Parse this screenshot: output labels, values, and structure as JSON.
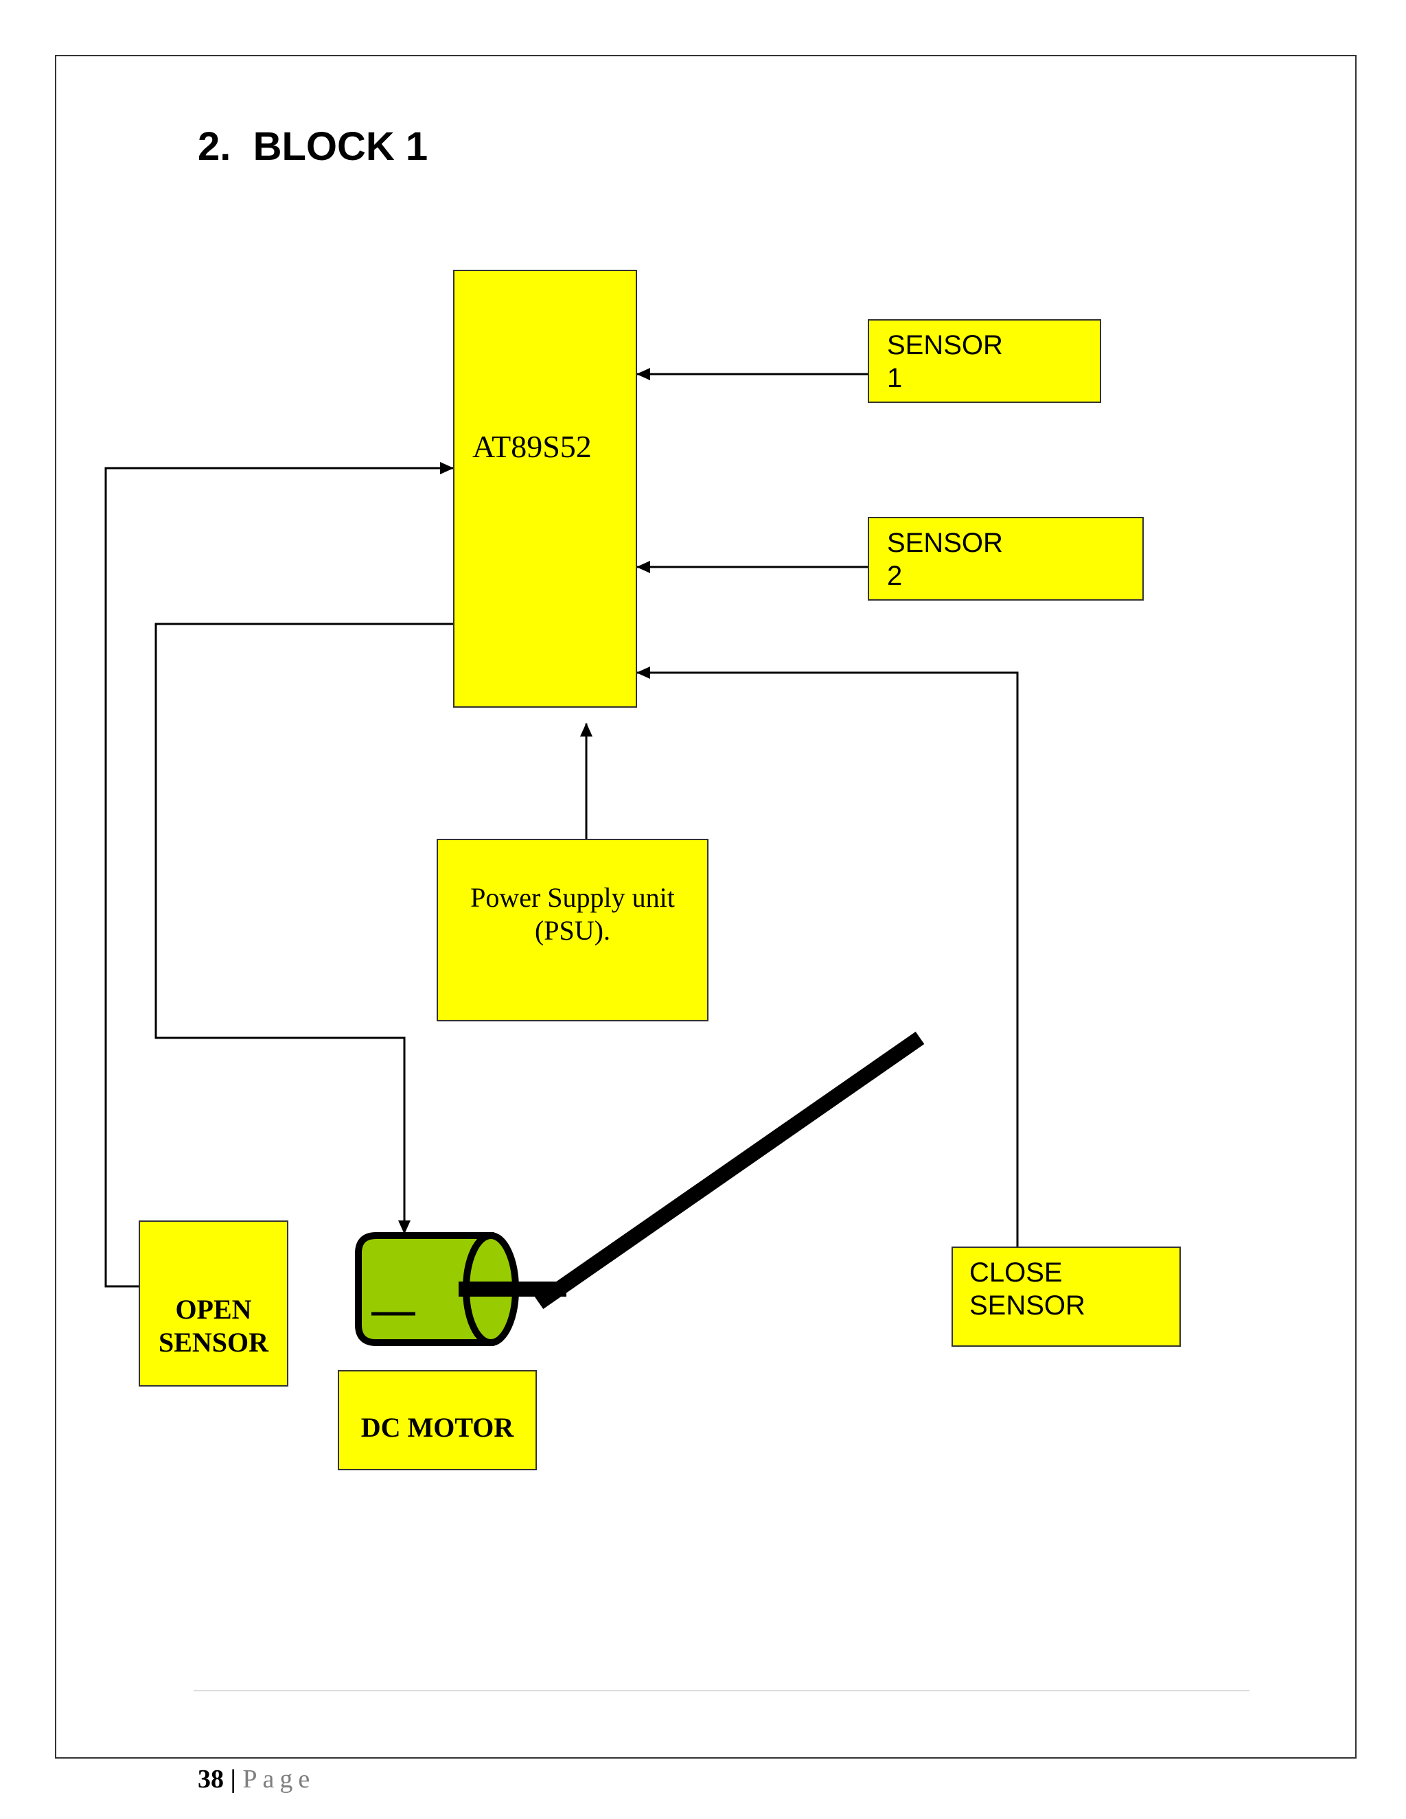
{
  "heading": "2.  BLOCK 1",
  "blocks": {
    "mcu": {
      "label": "AT89S52"
    },
    "sensor1": {
      "line1": "SENSOR",
      "line2": "1"
    },
    "sensor2": {
      "line1": "SENSOR",
      "line2": "2"
    },
    "psu": {
      "line1": "Power Supply unit",
      "line2": "(PSU)."
    },
    "open_sensor": {
      "line1": "OPEN",
      "line2": "SENSOR"
    },
    "close_sensor": {
      "line1": "CLOSE",
      "line2": "SENSOR"
    },
    "dc_motor": {
      "label": "DC MOTOR"
    }
  },
  "footer": {
    "page_number": "38",
    "separator": " | ",
    "page_label": "Page"
  },
  "colors": {
    "block_fill": "#ffff00",
    "motor_fill": "#99cc00",
    "line": "#000000",
    "footer_label": "#7f7f7f"
  }
}
